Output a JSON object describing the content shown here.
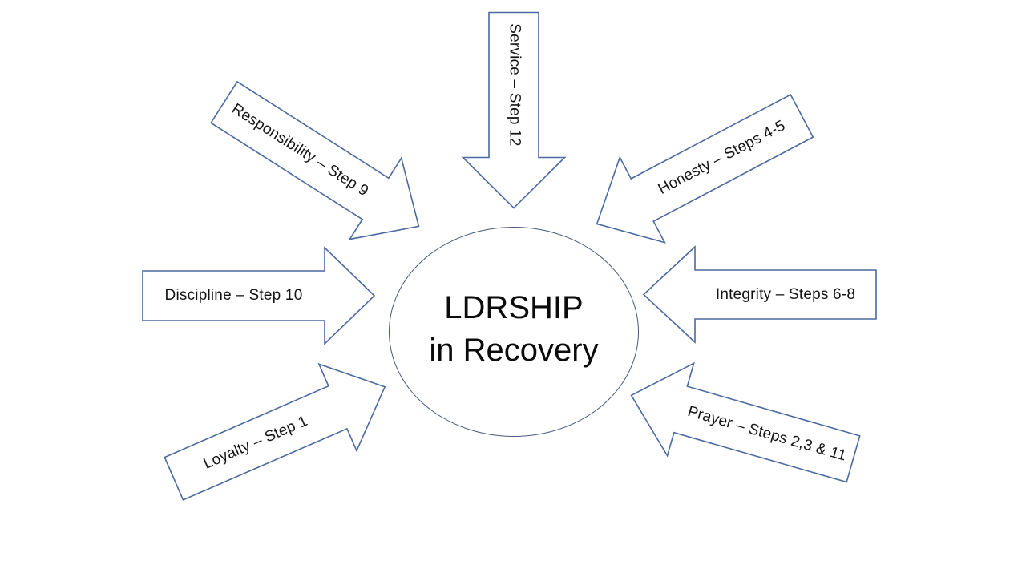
{
  "center": {
    "line1": "LDRSHIP",
    "line2": "in Recovery"
  },
  "arrows": [
    {
      "name": "service",
      "label": "Service – Step 12",
      "direction": "down"
    },
    {
      "name": "responsibility",
      "label": "Responsibility – Step 9",
      "direction": "down-right"
    },
    {
      "name": "discipline",
      "label": "Discipline – Step 10",
      "direction": "right"
    },
    {
      "name": "loyalty",
      "label": "Loyalty – Step 1",
      "direction": "up-right"
    },
    {
      "name": "honesty",
      "label": "Honesty – Steps 4-5",
      "direction": "down-left"
    },
    {
      "name": "integrity",
      "label": "Integrity – Steps 6-8",
      "direction": "left"
    },
    {
      "name": "prayer",
      "label": "Prayer – Steps 2,3 & 11",
      "direction": "up-left"
    }
  ],
  "colors": {
    "arrow_outline": "#4a6aa0",
    "ellipse_outline": "#47597c",
    "text": "#0b0b0b",
    "background": "#ffffff"
  }
}
